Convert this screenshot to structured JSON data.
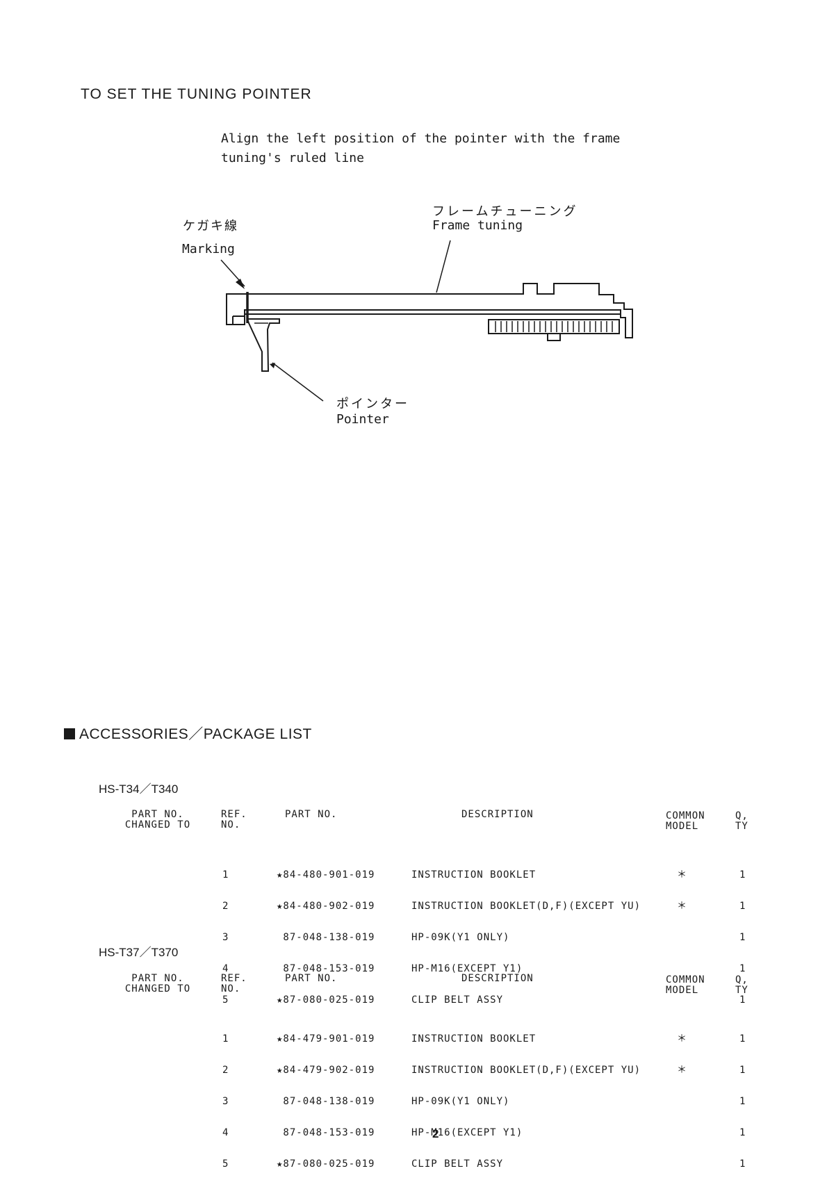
{
  "tuning": {
    "heading": "TO SET THE TUNING POINTER",
    "instruction_line1": "Align the left position of the pointer with the frame",
    "instruction_line2": "tuning's ruled line",
    "label_frame_jp": "フレームチューニング",
    "label_frame_en": "Frame tuning",
    "label_marking_jp": "ケガキ線",
    "label_marking_en": "Marking",
    "label_pointer_jp": "ポインター",
    "label_pointer_en": "Pointer"
  },
  "accessories": {
    "heading": "ACCESSORIES／PACKAGE LIST",
    "columns": {
      "changed_to_1": "PART NO.",
      "changed_to_2": "CHANGED TO",
      "ref_1": "REF.",
      "ref_2": "NO.",
      "part_no": "PART NO.",
      "description": "DESCRIPTION",
      "common_1": "COMMON",
      "common_2": "MODEL",
      "qty_1": "Q,",
      "qty_2": "TY"
    },
    "models": [
      {
        "name": "HS-T34／T340",
        "rows": [
          {
            "ref": "1",
            "part": "★84-480-901-019",
            "desc": "INSTRUCTION BOOKLET",
            "common": "＊",
            "qty": "1"
          },
          {
            "ref": "2",
            "part": "★84-480-902-019",
            "desc": "INSTRUCTION BOOKLET(D,F)(EXCEPT YU)",
            "common": "＊",
            "qty": "1"
          },
          {
            "ref": "3",
            "part": " 87-048-138-019",
            "desc": "HP-09K(Y1 ONLY)",
            "common": "",
            "qty": "1"
          },
          {
            "ref": "4",
            "part": " 87-048-153-019",
            "desc": "HP-M16(EXCEPT Y1)",
            "common": "",
            "qty": "1"
          },
          {
            "ref": "5",
            "part": "★87-080-025-019",
            "desc": "CLIP BELT ASSY",
            "common": "",
            "qty": "1"
          }
        ]
      },
      {
        "name": "HS-T37／T370",
        "rows": [
          {
            "ref": "1",
            "part": "★84-479-901-019",
            "desc": "INSTRUCTION BOOKLET",
            "common": "＊",
            "qty": "1"
          },
          {
            "ref": "2",
            "part": "★84-479-902-019",
            "desc": "INSTRUCTION BOOKLET(D,F)(EXCEPT YU)",
            "common": "＊",
            "qty": "1"
          },
          {
            "ref": "3",
            "part": " 87-048-138-019",
            "desc": "HP-09K(Y1 ONLY)",
            "common": "",
            "qty": "1"
          },
          {
            "ref": "4",
            "part": " 87-048-153-019",
            "desc": "HP-M16(EXCEPT Y1)",
            "common": "",
            "qty": "1"
          },
          {
            "ref": "5",
            "part": "★87-080-025-019",
            "desc": "CLIP BELT ASSY",
            "common": "",
            "qty": "1"
          }
        ]
      }
    ]
  },
  "page_number": "2"
}
